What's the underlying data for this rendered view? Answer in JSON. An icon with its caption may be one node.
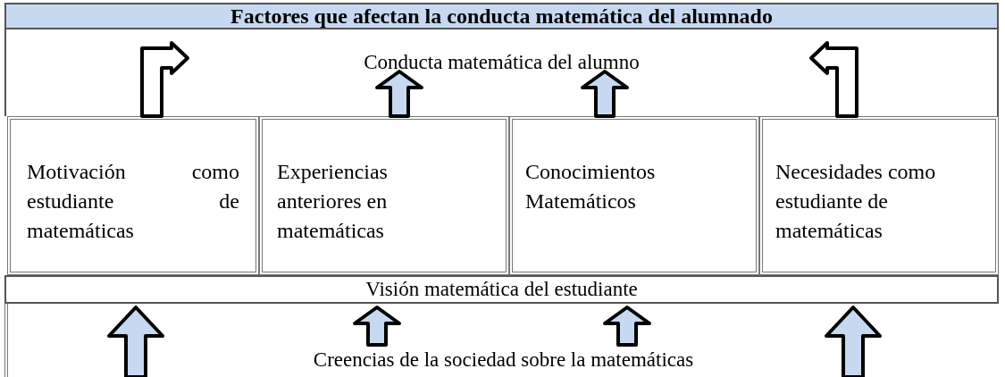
{
  "diagram": {
    "nodes": [
      {
        "text": [
          "Factores que afectan la conducta matemática del alumnado"
        ]
      },
      {
        "text": [
          "Conducta matemática del alumno"
        ]
      },
      {
        "text": [
          "Motivación como estudiante de matemáticas"
        ]
      },
      {
        "text": [
          "Experiencias anteriores en matemáticas"
        ]
      },
      {
        "text": [
          "Conocimientos Matemáticos"
        ]
      },
      {
        "text": [
          "Necesidades como estudiante de matemáticas"
        ]
      },
      {
        "text": [
          "Visión matemática del estudiante"
        ]
      },
      {
        "text": [
          "Creencias de la sociedad sobre la matemáticas"
        ]
      }
    ],
    "edges": [
      {
        "from": 2,
        "to": 1,
        "arrow": "to"
      },
      {
        "from": 3,
        "to": 1,
        "arrow": "to"
      },
      {
        "from": 4,
        "to": 1,
        "arrow": "to"
      },
      {
        "from": 5,
        "to": 1,
        "arrow": "to"
      },
      {
        "from": 7,
        "to": 6,
        "arrow": "to"
      },
      {
        "from": 7,
        "to": 6,
        "arrow": "to"
      },
      {
        "from": 7,
        "to": 6,
        "arrow": "to"
      },
      {
        "from": 7,
        "to": 6,
        "arrow": "to"
      }
    ]
  }
}
